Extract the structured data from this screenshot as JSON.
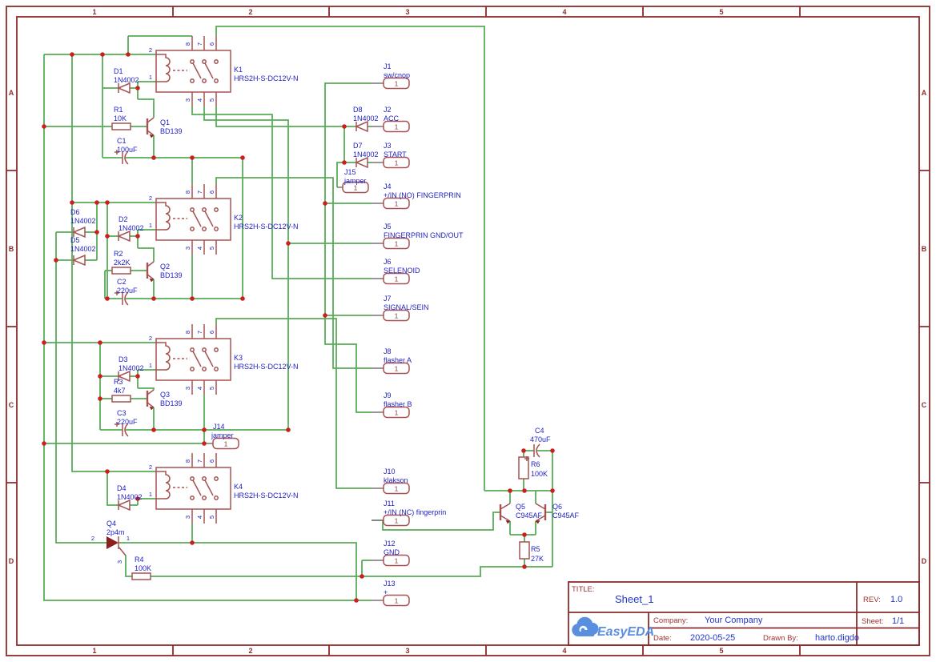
{
  "frame": {
    "cols": [
      "1",
      "2",
      "3",
      "4",
      "5"
    ],
    "rows": [
      "A",
      "B",
      "C",
      "D"
    ]
  },
  "relay_pins": {
    "p1": "1",
    "p2": "2",
    "p3": "3",
    "p4": "4",
    "p5": "5",
    "p6": "6",
    "p7": "7",
    "p8": "8"
  },
  "scr_pins": {
    "a": "2",
    "k": "1",
    "g": "3"
  },
  "parts": {
    "K1": {
      "ref": "K1",
      "value": "HRS2H-S-DC12V-N"
    },
    "K2": {
      "ref": "K2",
      "value": "HRS2H-S-DC12V-N"
    },
    "K3": {
      "ref": "K3",
      "value": "HRS2H-S-DC12V-N"
    },
    "K4": {
      "ref": "K4",
      "value": "HRS2H-S-DC12V-N"
    },
    "D1": {
      "ref": "D1",
      "value": "1N4002"
    },
    "D2": {
      "ref": "D2",
      "value": "1N4002"
    },
    "D3": {
      "ref": "D3",
      "value": "1N4002"
    },
    "D4": {
      "ref": "D4",
      "value": "1N4002"
    },
    "D5": {
      "ref": "D5",
      "value": "1N4002"
    },
    "D6": {
      "ref": "D6",
      "value": "1N4002"
    },
    "D7": {
      "ref": "D7",
      "value": "1N4002"
    },
    "D8": {
      "ref": "D8",
      "value": "1N4002"
    },
    "Q1": {
      "ref": "Q1",
      "value": "BD139"
    },
    "Q2": {
      "ref": "Q2",
      "value": "BD139"
    },
    "Q3": {
      "ref": "Q3",
      "value": "BD139"
    },
    "Q4": {
      "ref": "Q4",
      "value": "2p4m"
    },
    "Q5": {
      "ref": "Q5",
      "value": "C945AF"
    },
    "Q6": {
      "ref": "Q6",
      "value": "C945AF"
    },
    "R1": {
      "ref": "R1",
      "value": "10K"
    },
    "R2": {
      "ref": "R2",
      "value": "2k2K"
    },
    "R3": {
      "ref": "R3",
      "value": "4k7"
    },
    "R4": {
      "ref": "R4",
      "value": "100K"
    },
    "R5": {
      "ref": "R5",
      "value": "27K"
    },
    "R6": {
      "ref": "R6",
      "value": "100K"
    },
    "C1": {
      "ref": "C1",
      "value": "100uF"
    },
    "C2": {
      "ref": "C2",
      "value": "220uF"
    },
    "C3": {
      "ref": "C3",
      "value": "220uF"
    },
    "C4": {
      "ref": "C4",
      "value": "470uF"
    },
    "J1": {
      "ref": "J1",
      "value": "sw/cnop",
      "pin": "1"
    },
    "J2": {
      "ref": "J2",
      "value": "ACC",
      "pin": "1"
    },
    "J3": {
      "ref": "J3",
      "value": "START",
      "pin": "1"
    },
    "J4": {
      "ref": "J4",
      "value": "+/IN (NO) FINGERPRIN",
      "pin": "1"
    },
    "J5": {
      "ref": "J5",
      "value": "FINGERPRIN GND/OUT",
      "pin": "1"
    },
    "J6": {
      "ref": "J6",
      "value": "SELENOID",
      "pin": "1"
    },
    "J7": {
      "ref": "J7",
      "value": "SIGNAL/SEIN",
      "pin": "1"
    },
    "J8": {
      "ref": "J8",
      "value": "flasher A",
      "pin": "1"
    },
    "J9": {
      "ref": "J9",
      "value": "flasher B",
      "pin": "1"
    },
    "J10": {
      "ref": "J10",
      "value": "klakson",
      "pin": "1"
    },
    "J11": {
      "ref": "J11",
      "value": "+/IN (NC) fingerprin",
      "pin": "1"
    },
    "J12": {
      "ref": "J12",
      "value": "GND",
      "pin": "1"
    },
    "J13": {
      "ref": "J13",
      "value": "+",
      "pin": "1"
    },
    "J14": {
      "ref": "J14",
      "value": "jamper",
      "pin": "1"
    },
    "J15": {
      "ref": "J15",
      "value": "jamper",
      "pin": "1"
    }
  },
  "title_block": {
    "title_label": "TITLE:",
    "title": "Sheet_1",
    "rev_label": "REV:",
    "rev": "1.0",
    "company_label": "Company:",
    "company": "Your Company",
    "sheet_label": "Sheet:",
    "sheet": "1/1",
    "date_label": "Date:",
    "date": "2020-05-25",
    "drawn_label": "Drawn By:",
    "drawn_by": "harto.digdo",
    "logo_text": "EasyEDA"
  },
  "colors": {
    "wire_green": "#57ac57",
    "component_red": "#a65252",
    "frame_maroon": "#8c2b2b",
    "junction_red": "#cc2020",
    "label_blue": "#2223c4",
    "logo_blue": "#5a8fe0"
  }
}
